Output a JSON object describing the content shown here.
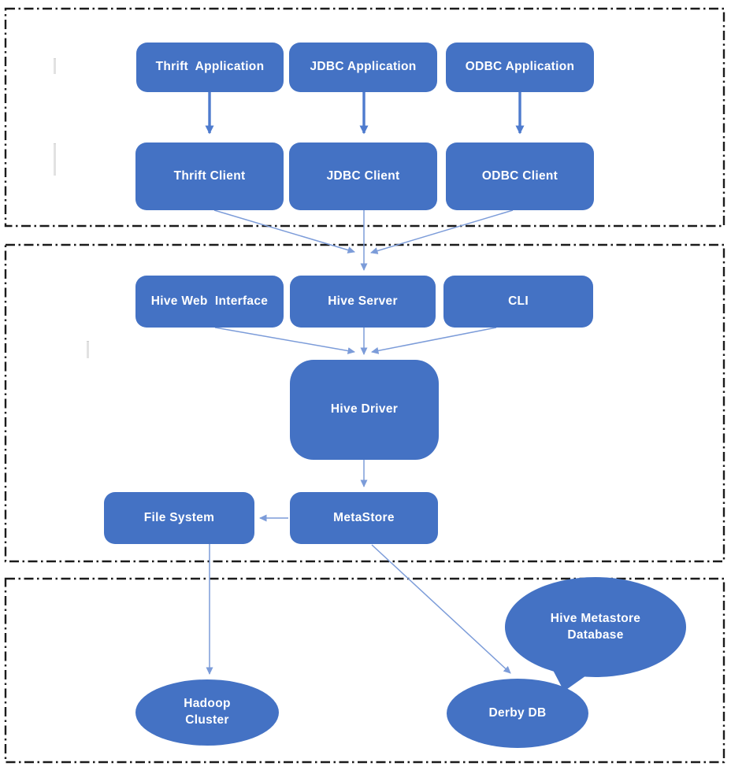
{
  "diagram_type": "flowchart",
  "colors": {
    "node_fill": "#4472C4",
    "node_text": "#ffffff",
    "thin_connector": "#7c9cd9",
    "thick_connector": "#4e7bce",
    "section_border": "#1b1b1b",
    "background": "#ffffff"
  },
  "nodes": {
    "thrift_application": "Thrift  Application",
    "jdbc_application": "JDBC Application",
    "odbc_application": "ODBC Application",
    "thrift_client": "Thrift Client",
    "jdbc_client": "JDBC Client",
    "odbc_client": "ODBC Client",
    "hive_web_interface": "Hive Web  Interface",
    "hive_server": "Hive Server",
    "cli": "CLI",
    "hive_driver": "Hive Driver",
    "file_system": "File System",
    "metastore": "MetaStore",
    "hadoop_cluster": "Hadoop\nCluster",
    "derby_db": "Derby DB",
    "hive_metastore_database": "Hive Metastore\nDatabase"
  },
  "edges": [
    {
      "from": "thrift_application",
      "to": "thrift_client"
    },
    {
      "from": "jdbc_application",
      "to": "jdbc_client"
    },
    {
      "from": "odbc_application",
      "to": "odbc_client"
    },
    {
      "from": "thrift_client",
      "to": "hive_server"
    },
    {
      "from": "jdbc_client",
      "to": "hive_server"
    },
    {
      "from": "odbc_client",
      "to": "hive_server"
    },
    {
      "from": "hive_web_interface",
      "to": "hive_driver"
    },
    {
      "from": "hive_server",
      "to": "hive_driver"
    },
    {
      "from": "cli",
      "to": "hive_driver"
    },
    {
      "from": "hive_driver",
      "to": "metastore"
    },
    {
      "from": "metastore",
      "to": "file_system"
    },
    {
      "from": "file_system",
      "to": "hadoop_cluster"
    },
    {
      "from": "metastore",
      "to": "derby_db"
    },
    {
      "from": "hive_metastore_database",
      "to": "derby_db",
      "style": "callout-tail"
    }
  ]
}
